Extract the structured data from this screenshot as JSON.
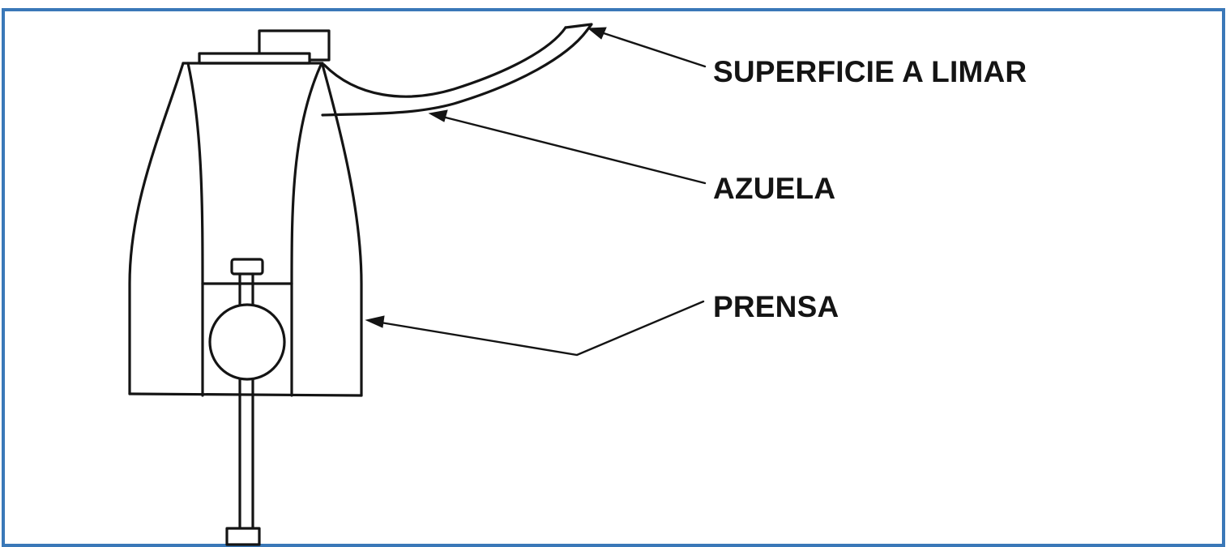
{
  "labels": {
    "superficie": "SUPERFICIE A LIMAR",
    "azuela": "AZUELA",
    "prensa": "PRENSA"
  },
  "colors": {
    "frame": "#3a78b8",
    "ink": "#141414",
    "background": "#ffffff"
  }
}
